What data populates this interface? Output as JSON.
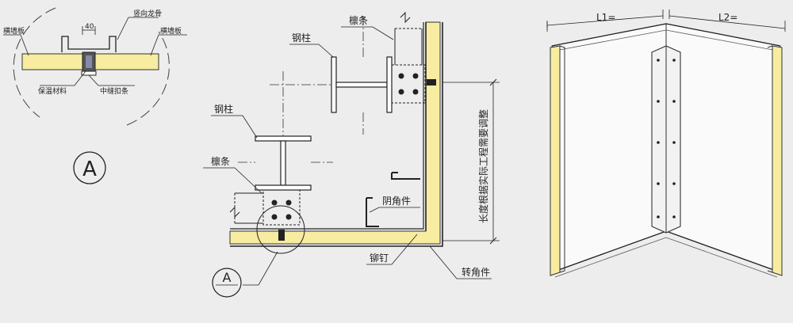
{
  "detail_a": {
    "dim_40": "40",
    "label_vertical_keel": "竖向龙骨",
    "label_wall_panel_left": "横墙板",
    "label_wall_panel_right": "横墙板",
    "label_insulation": "保温材料",
    "label_seam_strip": "中缝扣条",
    "circle_letter": "A"
  },
  "plan": {
    "label_steel_column_top": "钢柱",
    "label_purlin_top": "檩条",
    "label_steel_column_left": "钢柱",
    "label_purlin_left": "檩条",
    "label_inner_corner": "阴角件",
    "label_rivet": "铆钉",
    "label_outer_corner": "转角件",
    "label_length_note": "长度根据实际工程需要调整",
    "ref_letter": "A"
  },
  "perspective": {
    "label_l1": "L1=",
    "label_l2": "L2="
  },
  "colors": {
    "insulation": "#f7eca0",
    "line": "#222222",
    "background": "#ededed"
  }
}
